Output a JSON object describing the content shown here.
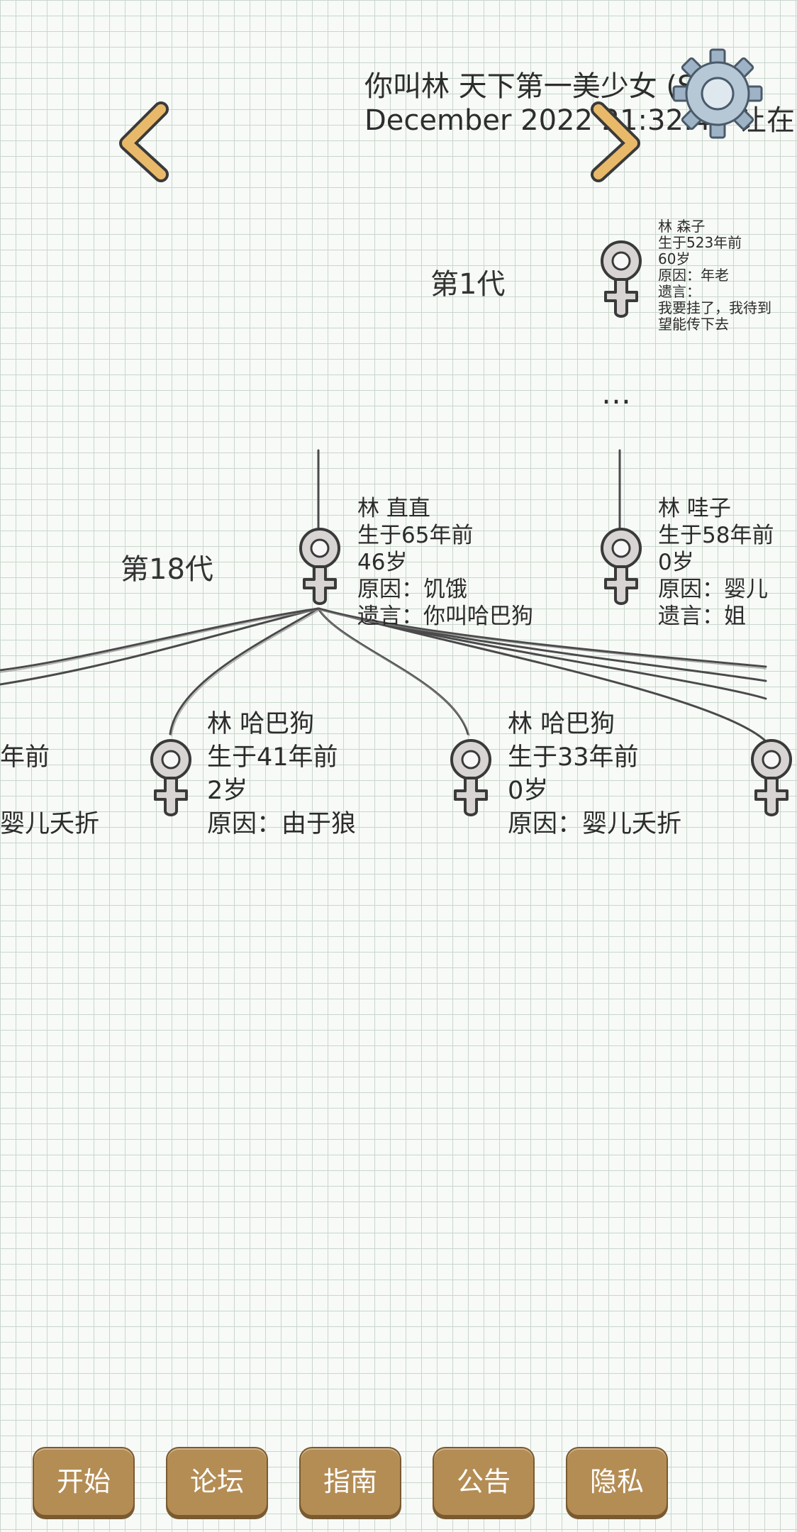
{
  "header": {
    "title_line1": "你叫林 天下第一美少女 (Seu",
    "title_line2": "December 2022 21:32:47 让在"
  },
  "icons": {
    "prev": "chevron-left-icon",
    "next": "chevron-right-icon",
    "settings": "gear-icon",
    "female": "female-symbol-icon"
  },
  "generations": {
    "first_label": "第1代",
    "current_label": "第18代",
    "ellipsis": "…"
  },
  "ancestor": {
    "name": "林 森子",
    "birth": "生于523年前",
    "age": "60岁",
    "cause": "原因：年老",
    "will_label": "遗言：",
    "will_text1": "我要挂了，我待到",
    "will_text2": "望能传下去"
  },
  "parents": [
    {
      "name": "林 直直",
      "birth": "生于65年前",
      "age": "46岁",
      "cause": "原因：饥饿",
      "will": "遗言：你叫哈巴狗"
    },
    {
      "name": "林 哇子",
      "birth": "生于58年前",
      "age": "0岁",
      "cause": "原因：婴儿",
      "will": "遗言：姐"
    }
  ],
  "children": [
    {
      "name": "",
      "birth": "年前",
      "age": "",
      "cause": "婴儿夭折"
    },
    {
      "name": "林 哈巴狗",
      "birth": "生于41年前",
      "age": "2岁",
      "cause": "原因：由于狼"
    },
    {
      "name": "林 哈巴狗",
      "birth": "生于33年前",
      "age": "0岁",
      "cause": "原因：婴儿夭折"
    }
  ],
  "menu": {
    "start": "开始",
    "forum": "论坛",
    "guide": "指南",
    "notice": "公告",
    "privacy": "隐私"
  },
  "colors": {
    "button_bg": "#b48d55",
    "chevron": "#e9b96a",
    "grid": "#c9d6cd"
  }
}
